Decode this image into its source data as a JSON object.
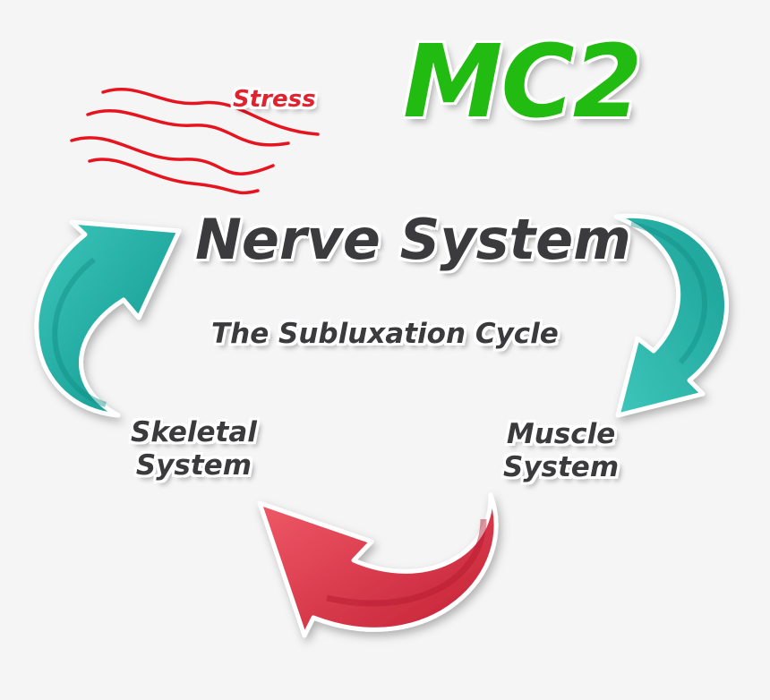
{
  "brand": "MC2",
  "stress_label": "Stress",
  "center_title": "Nerve System",
  "subtitle": "The Subluxation Cycle",
  "skeletal": {
    "line1": "Skeletal",
    "line2": "System"
  },
  "muscle": {
    "line1": "Muscle",
    "line2": "System"
  },
  "colors": {
    "brand_green": "#22bb11",
    "stress_red": "#e0232f",
    "text_dark": "#3b3b3d",
    "arrow_teal": "#2bb3a8",
    "arrow_red": "#e03a4d",
    "background": "#f5f5f6"
  }
}
